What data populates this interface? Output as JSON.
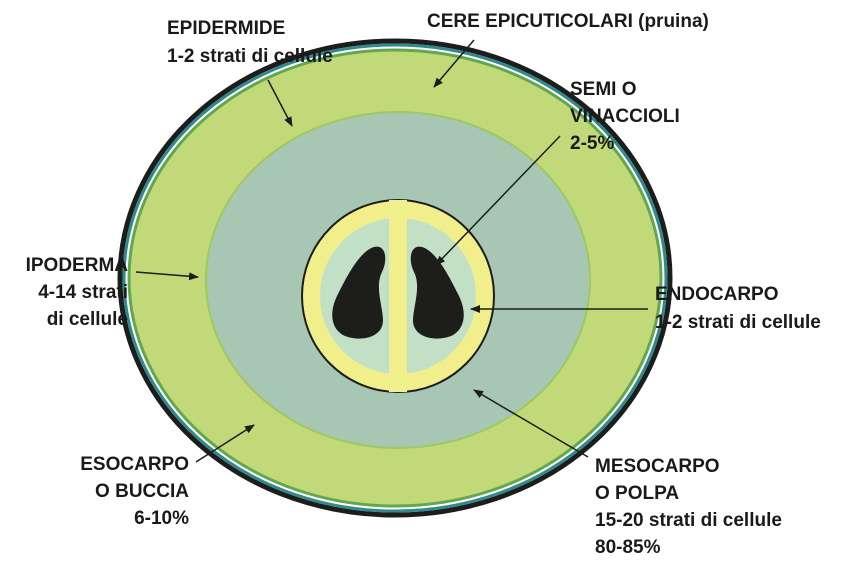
{
  "colors": {
    "skin": "#c2d97a",
    "skin_edge": "#9ec95e",
    "pulp": "#a8c6b4",
    "endocarp": "#f1ee8c",
    "seed_area": "#c2e0c6",
    "seed": "#1d1d1b",
    "band_teal": "#2f8a8c",
    "band_green": "#62a64e",
    "outline": "#1d1d1b"
  },
  "labels": {
    "epidermide": {
      "line1": "EPIDERMIDE",
      "line2": "1-2 strati di cellule"
    },
    "cere": {
      "line1": "CERE EPICUTICOLARI (pruina)"
    },
    "semi": {
      "line1": "SEMI O",
      "line2": "VINACCIOLI",
      "line3": "2-5%"
    },
    "ipoderma": {
      "line1": "IPODERMA",
      "line2": "4-14 strati",
      "line3": "di cellule"
    },
    "endocarpo": {
      "line1": "ENDOCARPO",
      "line2": "1-2 strati di cellule"
    },
    "esocarpo": {
      "line1": "ESOCARPO",
      "line2": "O BUCCIA",
      "line3": "6-10%"
    },
    "mesocarpo": {
      "line1": "MESOCARPO",
      "line2": "O POLPA",
      "line3": "15-20 strati di cellule",
      "line4": "80-85%"
    }
  }
}
